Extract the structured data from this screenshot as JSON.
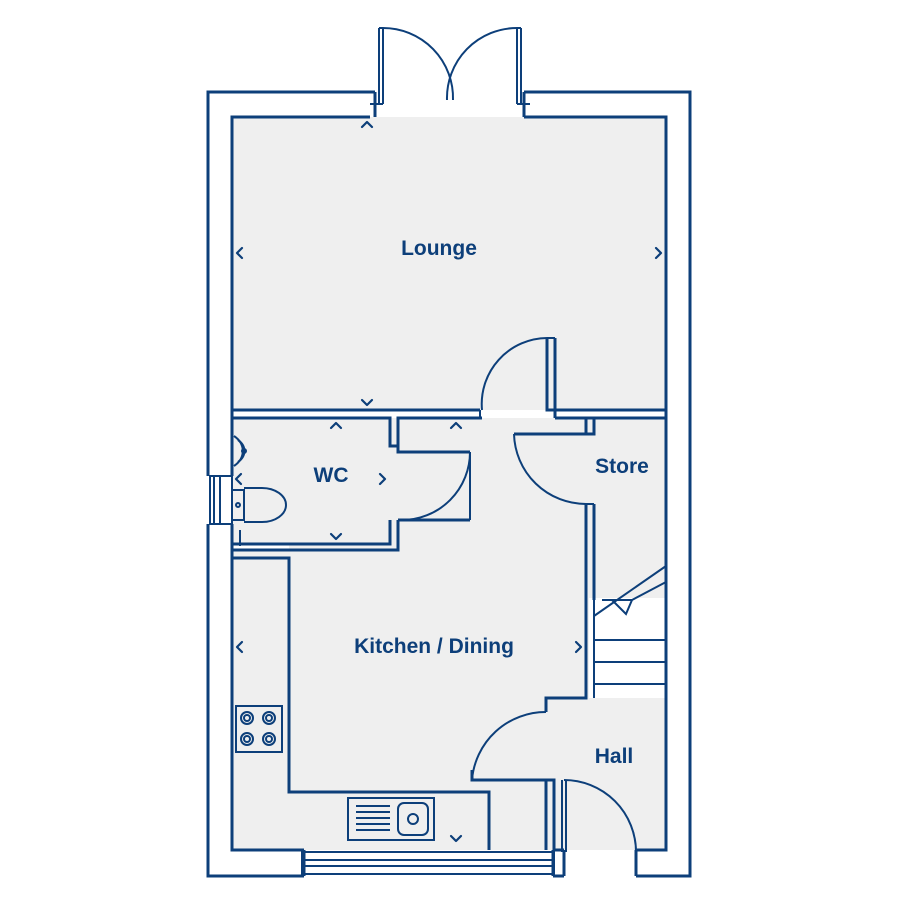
{
  "colors": {
    "wall": "#0d3f7a",
    "floor": "#efefef",
    "background": "#ffffff"
  },
  "rooms": {
    "lounge": "Lounge",
    "wc": "WC",
    "store": "Store",
    "kitchen_dining": "Kitchen / Dining",
    "hall": "Hall"
  },
  "icons": [
    "french-doors-icon",
    "door-swing-icon",
    "toilet-icon",
    "basin-icon",
    "hob-icon",
    "sink-icon",
    "staircase-icon",
    "window-icon",
    "dimension-marker-icon"
  ]
}
